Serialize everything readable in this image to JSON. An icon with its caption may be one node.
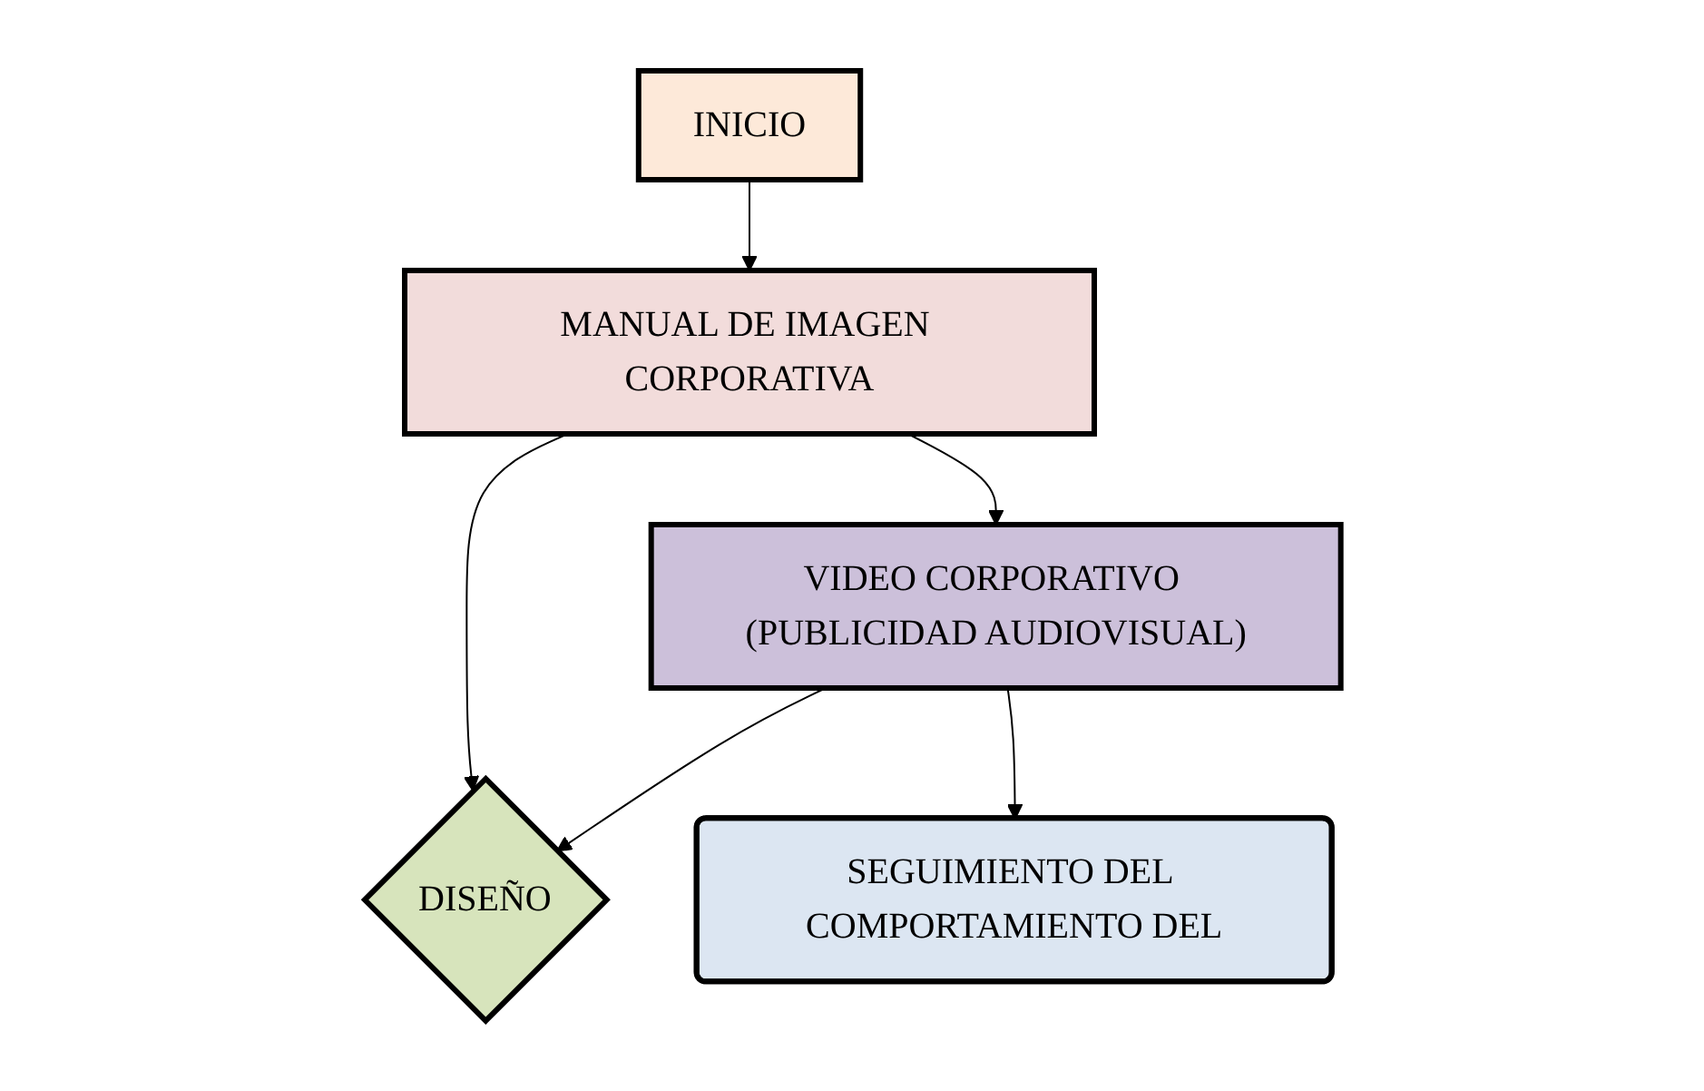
{
  "diagram": {
    "nodes": [
      {
        "text": [
          "INICIO"
        ]
      },
      {
        "text": [
          "MANUAL DE IMAGEN CORPORATIVA"
        ]
      },
      {
        "text": [
          "DISEÑO"
        ]
      },
      {
        "text": [
          "VIDEO CORPORATIVO (PUBLICIDAD AUDIOVISUAL)"
        ]
      },
      {
        "text": [
          "SEGUIMIENTO DEL COMPORTAMIENTO DEL"
        ]
      }
    ],
    "edges": [
      {
        "from": 0,
        "to": 1,
        "arrow": "to"
      },
      {
        "from": 1,
        "to": 2,
        "arrow": "to"
      },
      {
        "from": 1,
        "to": 3,
        "arrow": "to"
      },
      {
        "from": 3,
        "to": 2,
        "arrow": "to"
      },
      {
        "from": 3,
        "to": 4,
        "arrow": "to"
      }
    ]
  }
}
